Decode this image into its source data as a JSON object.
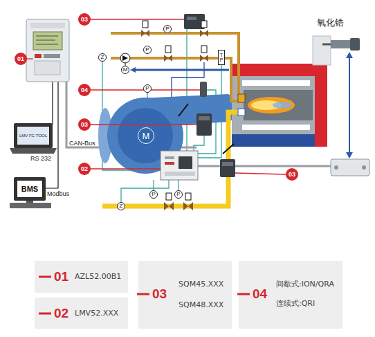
{
  "diagram": {
    "nodes": [
      {
        "text": [
          "01"
        ]
      },
      {
        "text": [
          "03"
        ]
      },
      {
        "text": [
          "Z"
        ]
      },
      {
        "text": [
          "M"
        ]
      },
      {
        "text": [
          "P"
        ]
      },
      {
        "text": [
          "P"
        ]
      },
      {
        "text": [
          "T",
          "P"
        ]
      },
      {
        "text": [
          "04"
        ]
      },
      {
        "text": [
          "P"
        ]
      },
      {
        "text": [
          "03"
        ]
      },
      {
        "text": [
          "M"
        ]
      },
      {
        "text": [
          "LMV FC-TOOL"
        ]
      },
      {
        "text": [
          "02"
        ]
      },
      {
        "text": [
          "03"
        ]
      },
      {
        "text": [
          "BMS"
        ]
      },
      {
        "text": [
          "Z"
        ]
      },
      {
        "text": [
          "P"
        ]
      },
      {
        "text": [
          "P"
        ]
      },
      {
        "text": [
          "01",
          "AZL52.00B1"
        ]
      },
      {
        "text": [
          "02",
          "LMV52.XXX"
        ]
      },
      {
        "text": [
          "03",
          "SQM45.XXX",
          "SQM48.XXX"
        ]
      },
      {
        "text": [
          "04",
          "间歇式:ION/QRA",
          "连续式:QRI"
        ]
      }
    ],
    "labels": [
      "氧化锆",
      "CAN-Bus",
      "RS 232",
      "Modbus"
    ]
  }
}
